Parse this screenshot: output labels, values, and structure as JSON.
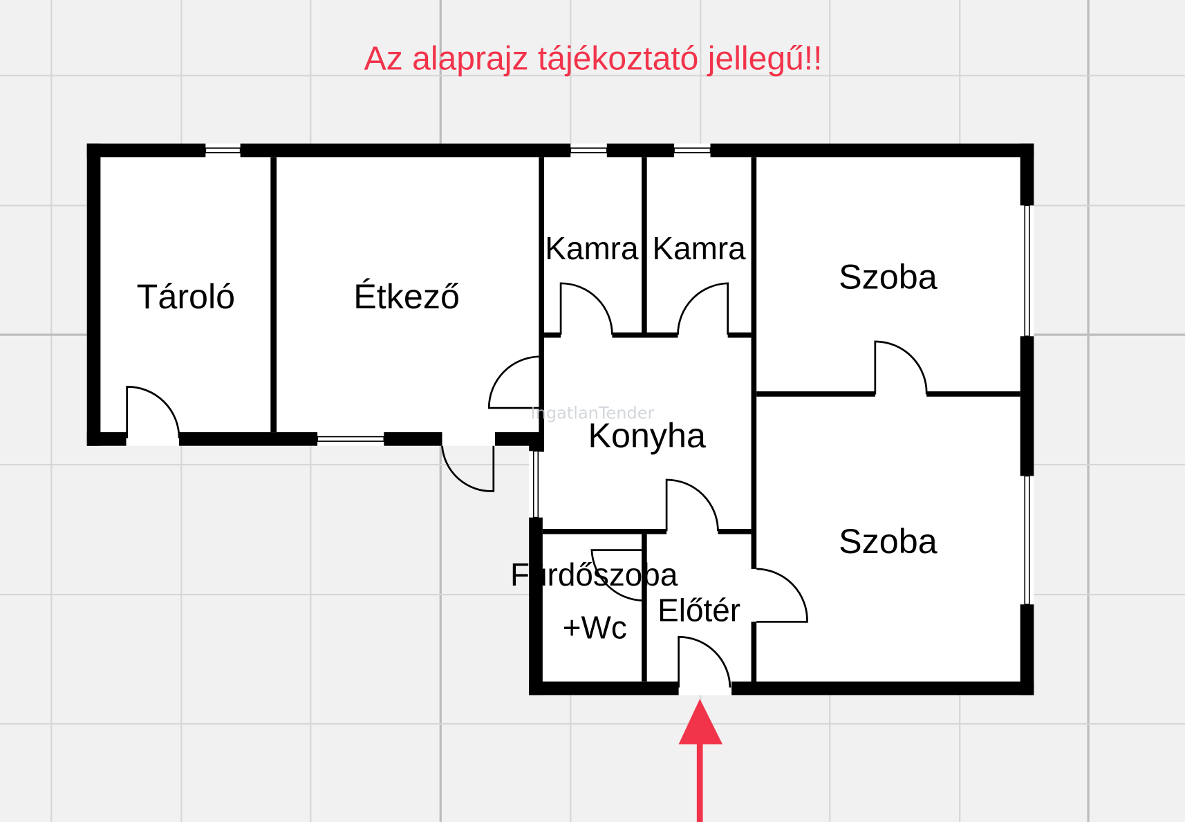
{
  "title": "Az alaprajz tájékoztató jellegű!!",
  "watermark": "IngatlanTender",
  "rooms": {
    "taroló": "Tároló",
    "etkezo": "Étkező",
    "kamra1": "Kamra",
    "kamra2": "Kamra",
    "szoba1": "Szoba",
    "szoba2": "Szoba",
    "konyha": "Konyha",
    "furdo_line1": "Fürdőszoba",
    "furdo_line2": "+Wc",
    "eloter": "Előtér"
  },
  "colors": {
    "accent": "#f2344b",
    "wall": "#000000",
    "background": "#f1f1f1"
  }
}
